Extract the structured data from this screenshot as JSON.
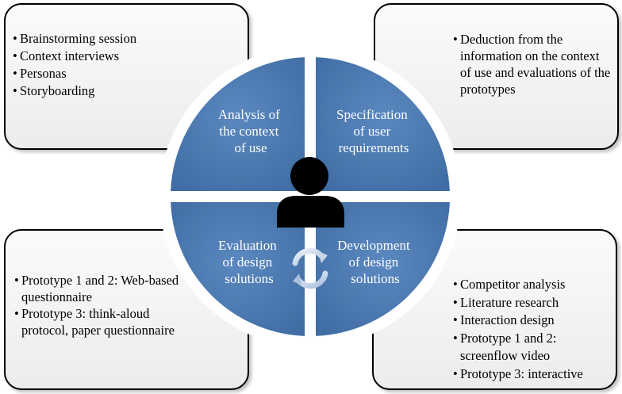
{
  "quadrants": {
    "top_left": "Analysis of the context of use",
    "top_right": "Specification of user requirements",
    "bottom_left": "Evaluation of design solutions",
    "bottom_right": "Development of design solutions"
  },
  "quadrant_lines": {
    "top_left": [
      "Analysis of",
      "the context",
      "of use"
    ],
    "top_right": [
      "Specification",
      "of user",
      "requirements"
    ],
    "bottom_left": [
      "Evaluation",
      "of design",
      "solutions"
    ],
    "bottom_right": [
      "Development",
      "of design",
      "solutions"
    ]
  },
  "boxes": {
    "top_left": [
      "Brainstorming session",
      "Context interviews",
      "Personas",
      "Storyboarding"
    ],
    "top_right": [
      "Deduction from the information on the context of use and evaluations of the prototypes"
    ],
    "bottom_left": [
      "Prototype 1 and 2: Web-based questionnaire",
      "Prototype 3: think-aloud protocol, paper questionnaire"
    ],
    "bottom_right": [
      "Competitor analysis",
      "Literature research",
      "Interaction design",
      "Prototype 1 and 2: screenflow video",
      "Prototype 3: interactive"
    ]
  },
  "colors": {
    "quadrant_fill": "#4a77ad",
    "quadrant_edge": "#3a649a",
    "user_icon": "#000000",
    "cycle_arrows": "#c7d6ea"
  },
  "icons": {
    "center": "user-icon",
    "cycle": "cycle-arrows-icon"
  }
}
